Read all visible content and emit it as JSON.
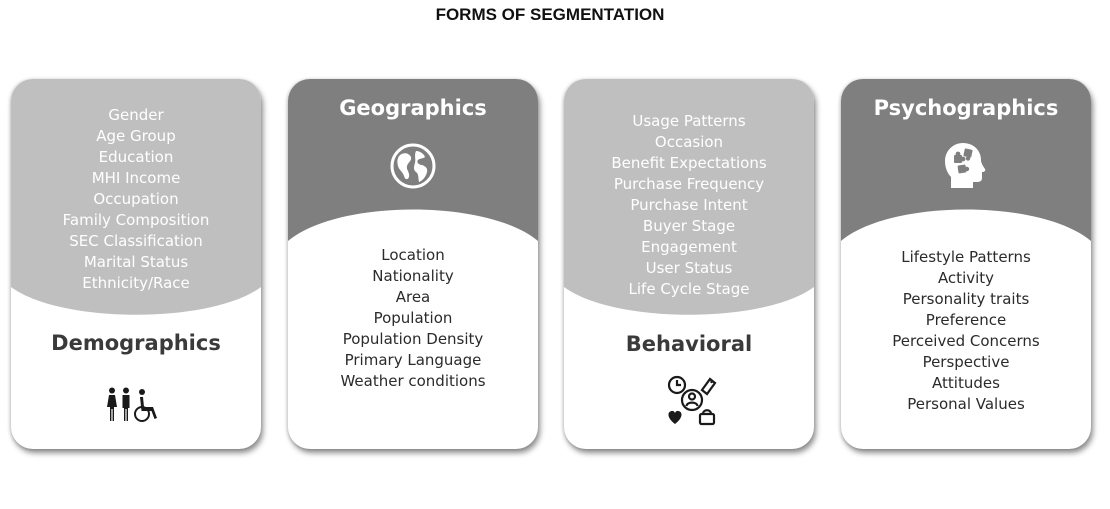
{
  "title": "FORMS OF SEGMENTATION",
  "cards": [
    {
      "heading": "Demographics",
      "icon": "people-icon",
      "items": [
        "Gender",
        "Age Group",
        "Education",
        "MHI Income",
        "Occupation",
        "Family Composition",
        "SEC Classification",
        "Marital Status",
        "Ethnicity/Race"
      ]
    },
    {
      "heading": "Geographics",
      "icon": "globe-icon",
      "items": [
        "Location",
        "Nationality",
        "Area",
        "Population",
        "Population Density",
        "Primary Language",
        "Weather conditions"
      ]
    },
    {
      "heading": "Behavioral",
      "icon": "behavior-icon",
      "items": [
        "Usage Patterns",
        "Occasion",
        "Benefit Expectations",
        "Purchase Frequency",
        "Purchase Intent",
        "Buyer Stage",
        "Engagement",
        "User Status",
        "Life Cycle Stage"
      ]
    },
    {
      "heading": "Psychographics",
      "icon": "head-puzzle-icon",
      "items": [
        "Lifestyle Patterns",
        "Activity",
        "Personality traits",
        "Preference",
        "Perceived Concerns",
        "Perspective",
        "Attitudes",
        "Personal Values"
      ]
    }
  ],
  "colors": {
    "light_gray": "#bfbfbf",
    "dark_gray": "#7f7f7f",
    "heading_dark": "#3a3a3a"
  }
}
